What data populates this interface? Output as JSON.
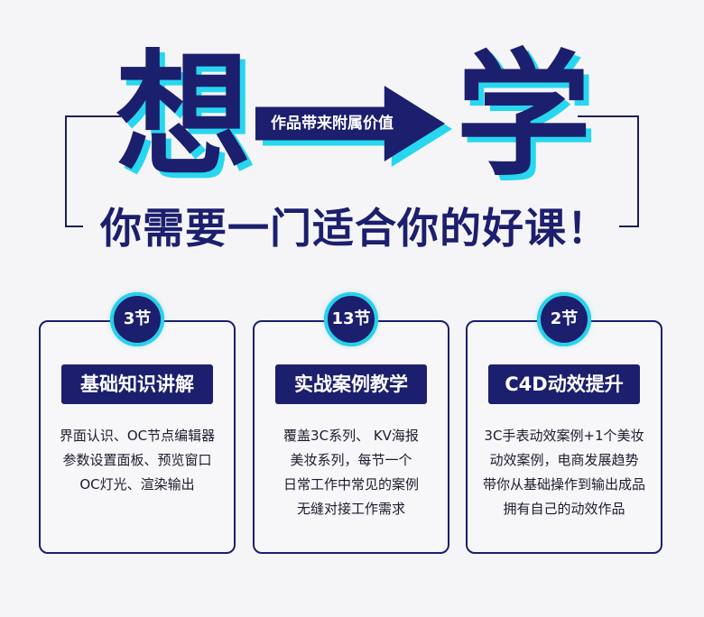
{
  "hero": {
    "left_char": "想",
    "right_char": "学",
    "arrow_text": "作品带来附属价值",
    "headline": "你需要一门适合你的好课！"
  },
  "cards": [
    {
      "badge": "3节",
      "title": "基础知识讲解",
      "lines": [
        "界面认识、OC节点编辑器",
        "参数设置面板、预览窗口",
        "OC灯光、渲染输出"
      ]
    },
    {
      "badge": "13节",
      "title": "实战案例教学",
      "lines": [
        "覆盖3C系列、 KV海报",
        "美妆系列，每节一个",
        "日常工作中常见的案例",
        "无缝对接工作需求"
      ]
    },
    {
      "badge": "2节",
      "title": "C4D动效提升",
      "lines": [
        "3C手表动效案例+1个美妆",
        "动效案例，电商发展趋势",
        "带你从基础操作到输出成品",
        "拥有自己的动效作品"
      ]
    }
  ],
  "colors": {
    "navy": "#1c1f6d",
    "cyan": "#27d7ef",
    "background": "#f5f5f7"
  }
}
